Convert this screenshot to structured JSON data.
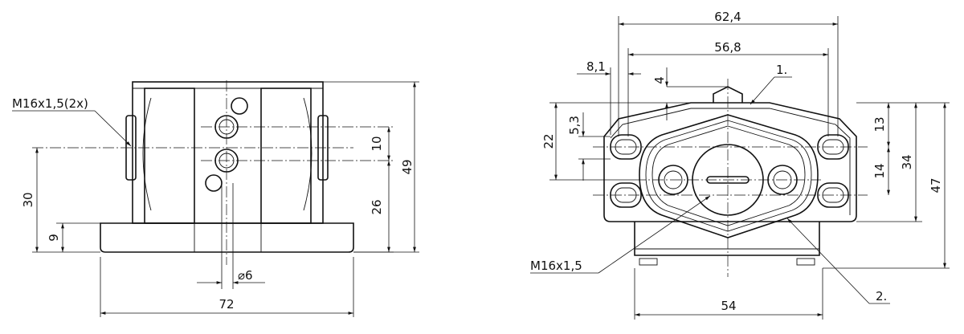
{
  "front_view": {
    "thread_callout": "M16x1,5(2x)",
    "dims": {
      "overall_width": "72",
      "overall_height": "49",
      "port_spacing": "10",
      "port_height": "26",
      "center_height": "30",
      "base_height": "9",
      "hole_diameter": "⌀6"
    }
  },
  "side_view": {
    "thread_callout": "M16x1,5",
    "item_1": "1.",
    "item_2": "2.",
    "dims": {
      "outer_width": "62,4",
      "inner_width": "56,8",
      "slot_offset": "8,1",
      "boss_height": "4",
      "flange_height": "22",
      "slot_height": "5,3",
      "upper_slot": "13",
      "lower_slot": "14",
      "slot_pitch": "34",
      "overall_height": "47",
      "base_width": "54"
    }
  },
  "colors": {
    "line": "#111111",
    "background": "#ffffff"
  }
}
